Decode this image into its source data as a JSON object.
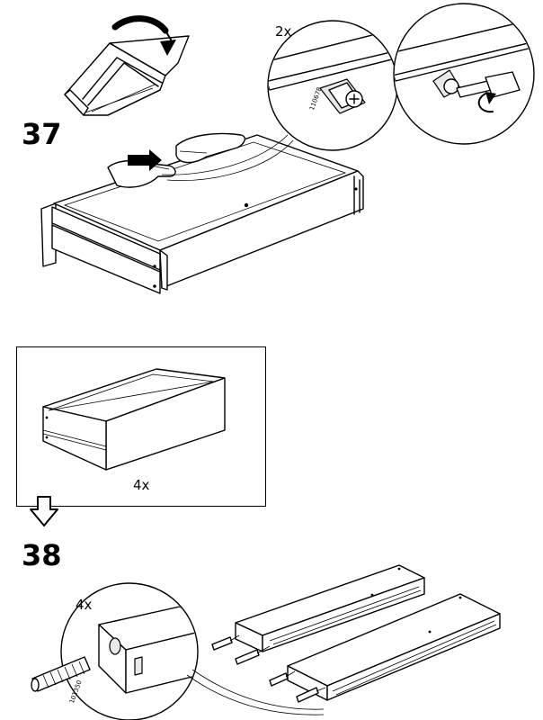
{
  "steps": [
    {
      "number": "37",
      "circle_qty": "2x",
      "panel_qty": "4x",
      "part_code": "110678"
    },
    {
      "number": "38",
      "circle_qty": "4x",
      "part_code": "101350"
    }
  ]
}
